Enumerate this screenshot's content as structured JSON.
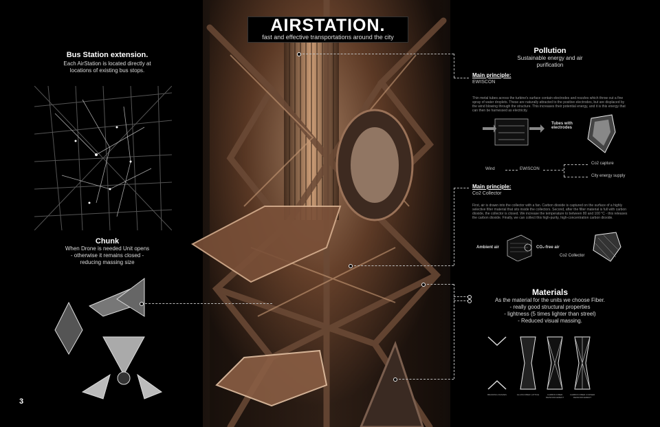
{
  "title": "AIRSTATION.",
  "subtitle": "fast and effective transportations around the city",
  "page_number": "3",
  "bus_station": {
    "heading": "Bus Station extension.",
    "text": "Each AirStation is located directly at  locations of existing bus stops."
  },
  "chunk": {
    "heading": "Chunk",
    "lines": [
      "When Drone is needed Unit opens",
      "- otherwise it remains closed -",
      "reducing massing size"
    ]
  },
  "pollution": {
    "heading": "Pollution",
    "lines": [
      "Sustainable energy and air",
      "purification"
    ]
  },
  "principle1": {
    "heading": "Main principle:",
    "name": "EWISCON",
    "text": "Thin metal tubes across the turbine's surface contain electrodes and nozzles which throw out a fine spray of water droplets. These are naturally attracted to the positive electrodes, but are displaced by the wind blowing through the structure. This increases their potential energy, and it is this energy that can then be harnessed as electricity.",
    "diagram_label": "Tubes with electrodes",
    "flow": {
      "wind": "Wind",
      "ewiscon": "EWISCON",
      "co2": "Co2 capture",
      "energy": "City energy supply"
    }
  },
  "principle2": {
    "heading": "Main principle:",
    "name": "Co2 Collector",
    "text": "First, air is drawn into the collector with a fan. Carbon dioxide is captured on the surface of a highly selective filter material that sits inside the collectors. Second, after the filter material is full with carbon dioxide, the collector is closed. We increase the temperature to between 80 and 100 °C - this releases the carbon dioxide. Finally, we can collect this high-purity, high-concentration carbon dioxide.",
    "ambient": "Ambient air",
    "co2free": "CO₂-free air",
    "collector": "Co2 Collector"
  },
  "materials": {
    "heading": "Materials",
    "lines": [
      "As the material for the units we choose  Fiber.",
      "- really good structural properties",
      "- lightness (5 times lighter than streel)",
      "- Reduced visual massing."
    ],
    "samples": [
      "BRAIDING FRAMES",
      "GLASS FIBER LATTICE",
      "CARBON FIBER REINFORCEMENT",
      "CARBON FIBER CORNER REINFORCEMENT"
    ]
  },
  "colors": {
    "background": "#000000",
    "text": "#e8e8e8",
    "copper": "#b07a52"
  }
}
